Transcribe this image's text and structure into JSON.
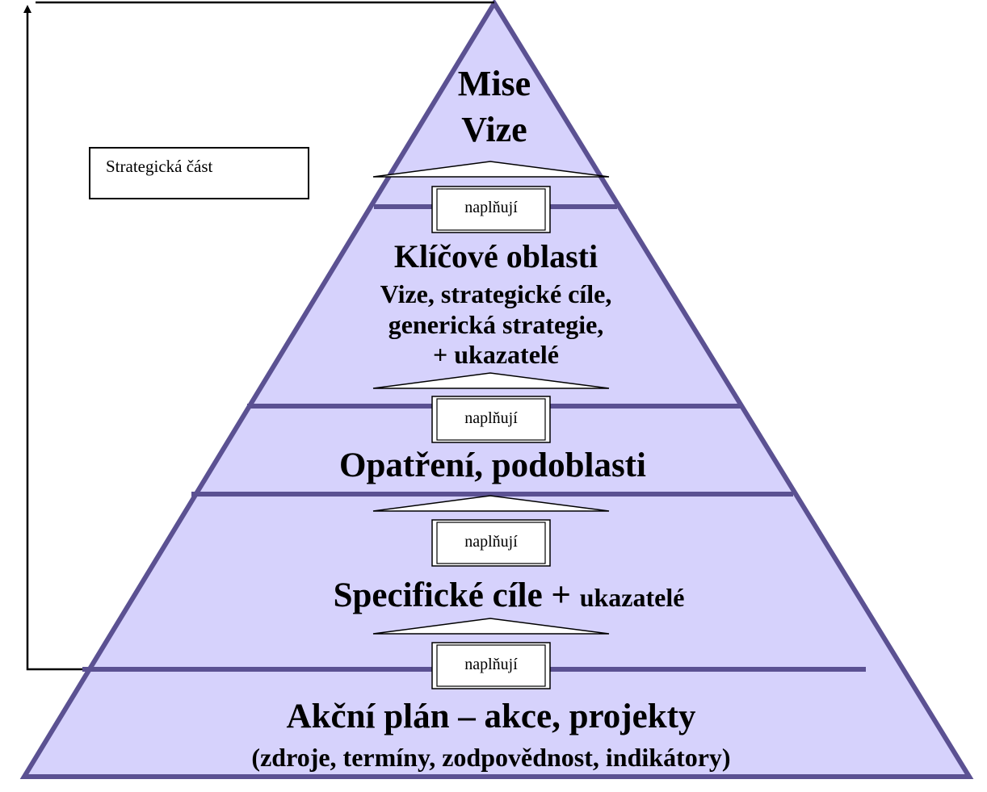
{
  "colors": {
    "fill": "#d6d2fc",
    "outline": "#5b5192",
    "arrow_fill": "#ffffff",
    "text": "#000000"
  },
  "strategic_box": {
    "label": "Strategická část"
  },
  "arrow_label": "naplňují",
  "levels": {
    "top": {
      "line1": "Mise",
      "line2": "Vize"
    },
    "key_areas": {
      "title": "Klíčové oblasti",
      "line2": "Vize, strategické cíle,",
      "line3": "generická strategie,",
      "line4": "+ ukazatelé"
    },
    "measures": {
      "title": "Opatření, podoblasti"
    },
    "specific": {
      "title": "Specifické cíle +",
      "suffix": "ukazatelé"
    },
    "action": {
      "title": "Akční plán – akce, projekty",
      "subtitle": "(zdroje, termíny, zodpovědnost, indikátory)"
    }
  }
}
